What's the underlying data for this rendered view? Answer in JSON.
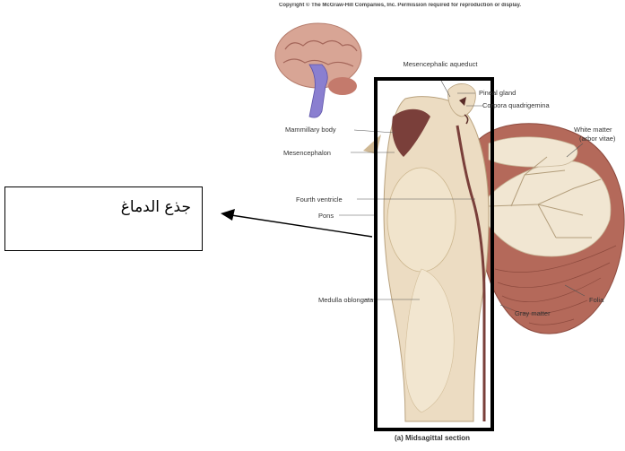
{
  "header": {
    "copyright": "Copyright © The McGraw-Hill Companies, Inc. Permission required for reproduction or display."
  },
  "callout": {
    "text": "جذع الدماغ"
  },
  "labels": {
    "mesencephalic_aqueduct": "Mesencephalic aqueduct",
    "pineal_gland": "Pineal gland",
    "corpora_quadrigemina": "Corpora quadrigemina",
    "white_matter": "White matter",
    "arbor_vitae": "(arbor vitae)",
    "mammillary_body": "Mammillary body",
    "mesencephalon": "Mesencephalon",
    "fourth_ventricle": "Fourth ventricle",
    "pons": "Pons",
    "medulla_oblongata": "Medulla oblongata",
    "folia": "Folia",
    "gray_matter": "Gray matter"
  },
  "caption": "(a) Midsagittal section",
  "colors": {
    "brainstem": "#ecdcc2",
    "cerebellum_cortex": "#b56a5a",
    "arbor_vitae": "#f3e9d6",
    "ventricle": "#7a3f3a",
    "thumbnail_brain": "#d49a8a",
    "thumbnail_highlight": "#8a7fd0"
  }
}
